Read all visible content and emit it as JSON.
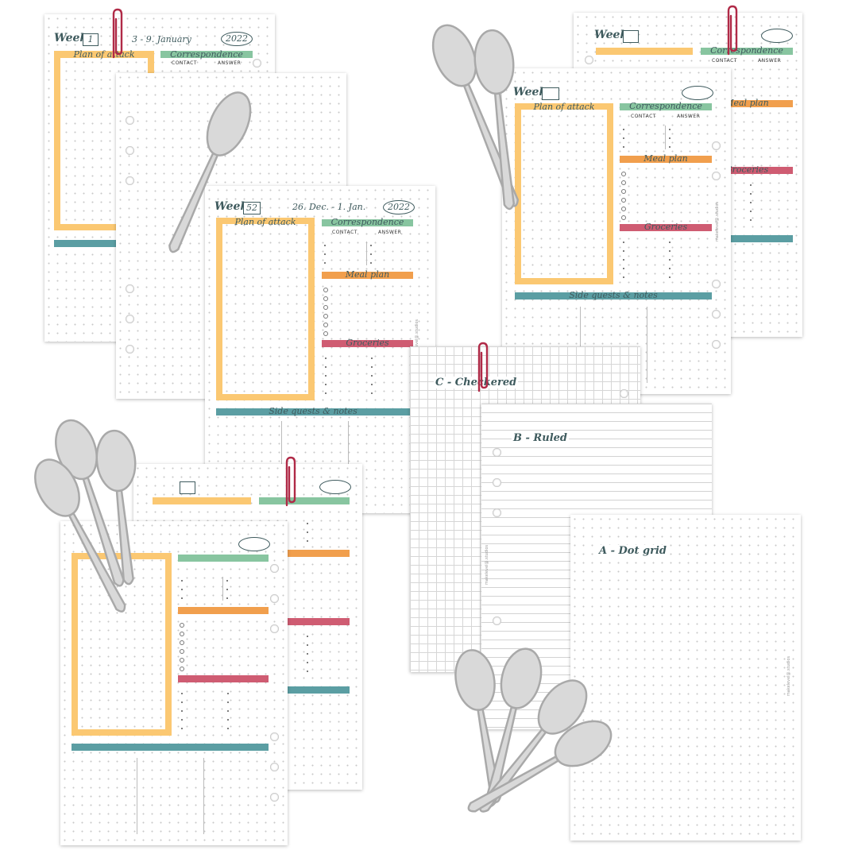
{
  "colors": {
    "yellow": "#fbc872",
    "green": "#88c5a0",
    "orange": "#f19f4d",
    "pink": "#cf5c72",
    "teal": "#5b9ea3",
    "ink": "#3f5b5e",
    "clip": "#b02a47",
    "spoon": "#d9d9d9",
    "spoon_edge": "#a9a9a9"
  },
  "icons": {
    "clip": "paperclip-icon",
    "spoon": "spoon-icon"
  },
  "p1": {
    "week_label": "Week",
    "week_no": "1",
    "dates": "3 - 9. January",
    "year": "2022",
    "plan": "Plan of attack",
    "corr": "Correspondence",
    "contact": "CONTACT",
    "answer": "ANSWER"
  },
  "p2": {
    "week_label": "Week",
    "week_no": "52",
    "dates": "26. Dec. - 1. Jan.",
    "year": "2022",
    "plan": "Plan of attack",
    "corr": "Correspondence",
    "contact": "CONTACT",
    "answer": "ANSWER",
    "meal": "Meal plan",
    "groc": "Groceries",
    "side": "Side quests & notes",
    "vert": "makelevel@.studios"
  },
  "p3": {
    "week_label": "Week",
    "corr": "Correspondence",
    "contact": "CONTACT",
    "answer": "ANSWER",
    "meal": "Meal plan",
    "groc": "Groceries"
  },
  "p4": {
    "week_label": "Week",
    "plan": "Plan of attack",
    "corr": "Correspondence",
    "contact": "CONTACT",
    "answer": "ANSWER",
    "meal": "Meal plan",
    "groc": "Groceries",
    "side": "Side quests & notes",
    "vert": "makelevel@.studios"
  },
  "inserts": {
    "checkered": "C - Checkered",
    "ruled": "B - Ruled",
    "dot": "A - Dot grid",
    "vert": "makelevel@.studios"
  }
}
